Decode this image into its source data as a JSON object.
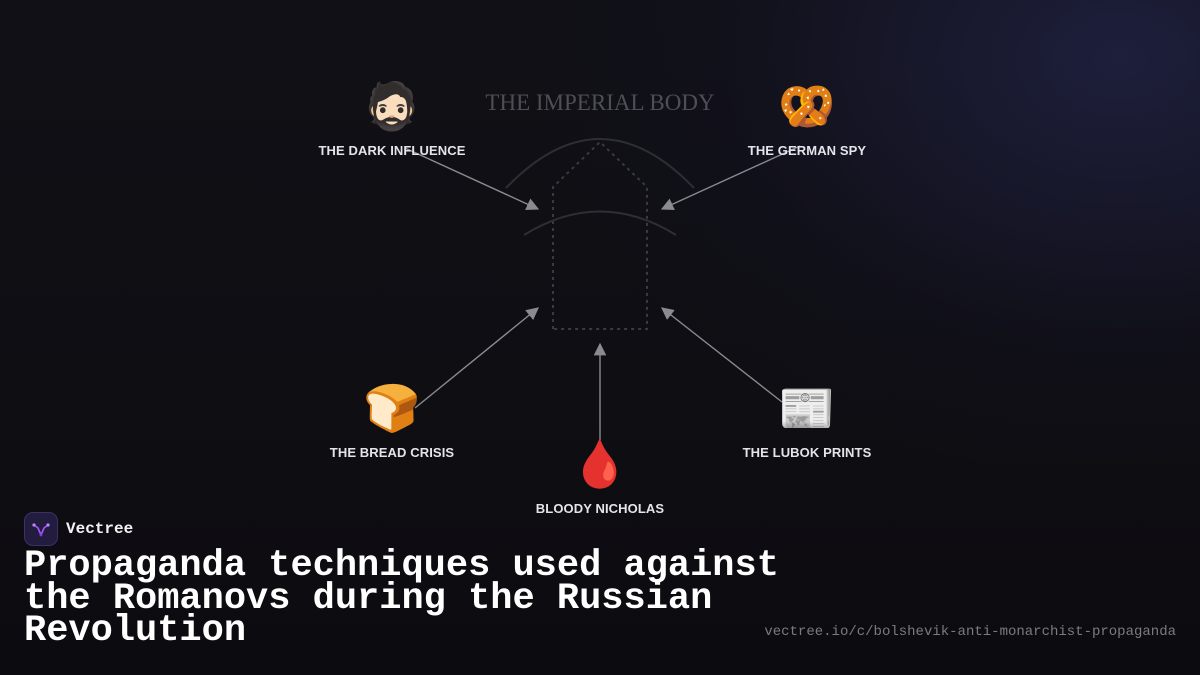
{
  "diagram": {
    "center": {
      "title": "THE IMPERIAL BODY"
    },
    "nodes": [
      {
        "id": "dark-influence",
        "label": "THE DARK INFLUENCE",
        "emoji": "🧔🏻",
        "icon": "bearded-man-icon"
      },
      {
        "id": "german-spy",
        "label": "THE GERMAN SPY",
        "emoji": "🥨",
        "icon": "pretzel-icon"
      },
      {
        "id": "bread-crisis",
        "label": "THE BREAD CRISIS",
        "emoji": "🍞",
        "icon": "bread-icon"
      },
      {
        "id": "bloody-nicholas",
        "label": "BLOODY NICHOLAS",
        "emoji": "🩸",
        "icon": "blood-drop-icon"
      },
      {
        "id": "lubok-prints",
        "label": "THE LUBOK PRINTS",
        "emoji": "📰",
        "icon": "newspaper-icon"
      }
    ],
    "edges": [
      {
        "from": "dark-influence",
        "to": "center"
      },
      {
        "from": "german-spy",
        "to": "center"
      },
      {
        "from": "bread-crisis",
        "to": "center"
      },
      {
        "from": "bloody-nicholas",
        "to": "center"
      },
      {
        "from": "lubok-prints",
        "to": "center"
      }
    ]
  },
  "brand": {
    "name": "Vectree",
    "logo_icon": "vectree-logo-icon",
    "accent": "#a855f7"
  },
  "headline": "Propaganda techniques used against the Romanovs during the Russian Revolution",
  "source_url": "vectree.io/c/bolshevik-anti-monarchist-propaganda",
  "colors": {
    "background": "#0e0d12",
    "edge": "#8a8a90",
    "label": "#e4e4ea",
    "center_title": "#4e4e56"
  }
}
